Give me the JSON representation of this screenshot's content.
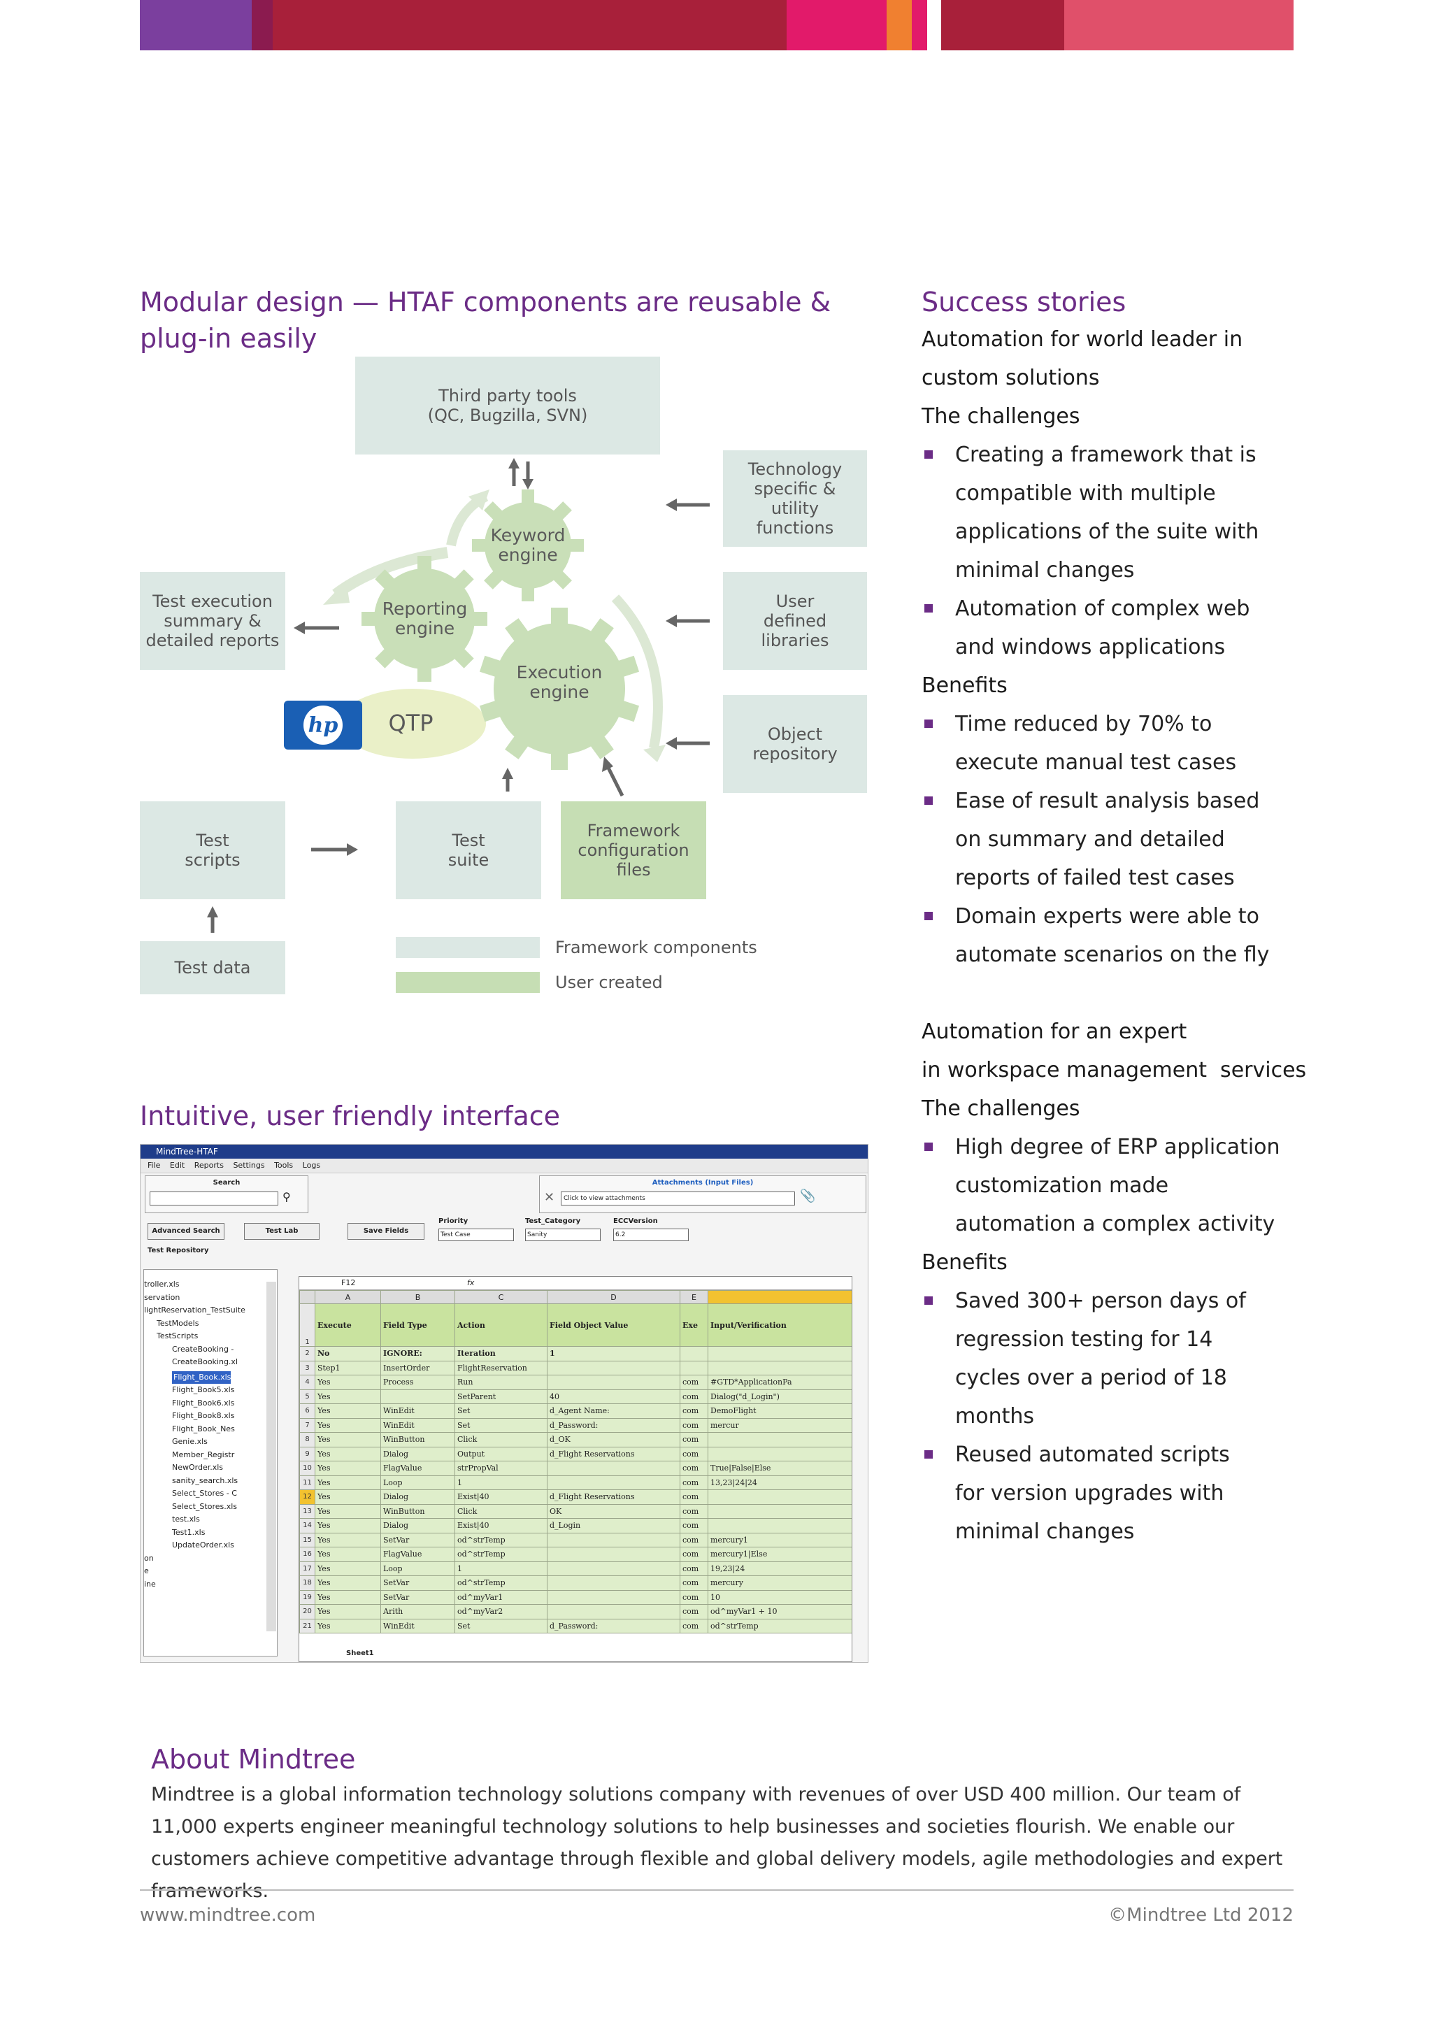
{
  "colors": {
    "brand_purple": "#6b2c86",
    "band_purple": "#7b3f9e",
    "band_deep": "#8b1b4f",
    "band_red": "#a8203a",
    "band_magenta": "#e21a6a",
    "band_orange": "#f08030",
    "band_pink": "#e0506a",
    "framework_component": "#dce8e4",
    "user_created": "#c6deb4",
    "gear": "#c9dfb8"
  },
  "left": {
    "modular_heading": "Modular design — HTAF components are reusable & plug-in easily",
    "diagram": {
      "third_party": "Third party tools\n(QC, Bugzilla, SVN)",
      "tech_specific": "Technology\nspecific &\nutility\nfunctions",
      "user_defined": "User\ndefined\nlibraries",
      "object_repo": "Object\nrepository",
      "test_exec": "Test execution\nsummary &\ndetailed reports",
      "keyword_engine": "Keyword\nengine",
      "reporting_engine": "Reporting\nengine",
      "execution_engine": "Execution\nengine",
      "qtp": "QTP",
      "hp_logo": "hp",
      "test_scripts": "Test\nscripts",
      "test_suite": "Test\nsuite",
      "framework_config": "Framework\nconfiguration\nfiles",
      "test_data": "Test data",
      "legend_framework": "Framework components",
      "legend_user": "User created"
    },
    "intuitive_heading": "Intuitive, user friendly interface"
  },
  "screenshot": {
    "title": "MindTree-HTAF",
    "menu": [
      "File",
      "Edit",
      "Reports",
      "Settings",
      "Tools",
      "Logs"
    ],
    "search_label": "Search",
    "attachments_label": "Attachments  (Input Files)",
    "attachments_placeholder": "Click to view attachments",
    "advanced_search": "Advanced Search",
    "test_lab": "Test Lab",
    "save_fields": "Save Fields",
    "priority_label": "Priority",
    "priority_value": "Test Case",
    "category_label": "Test_Category",
    "category_value": "Sanity",
    "ecc_label": "ECCVersion",
    "ecc_value": "6.2",
    "repo_label": "Test Repository",
    "cell_ref": "F12",
    "fx": "fx",
    "tree": [
      "troller.xls",
      "",
      "servation",
      "lightReservation_TestSuite",
      "TestModels",
      "TestScripts",
      "CreateBooking -",
      "CreateBooking.xl",
      "Flight_Book.xls",
      "Flight_Book5.xls",
      "Flight_Book6.xls",
      "Flight_Book8.xls",
      "Flight_Book_Nes",
      "Genie.xls",
      "Member_Registr",
      "NewOrder.xls",
      "sanity_search.xls",
      "Select_Stores - C",
      "Select_Stores.xls",
      "test.xls",
      "Test1.xls",
      "UpdateOrder.xls",
      "on",
      "e",
      "ine"
    ],
    "columns": [
      "A",
      "B",
      "C",
      "D",
      "E",
      ""
    ],
    "headers": [
      "Execute",
      "Field Type",
      "Action",
      "Field Object Value",
      "Exe",
      "Input/Verification"
    ],
    "rows": [
      [
        "2",
        "No",
        "IGNORE:",
        "Iteration",
        "1",
        "",
        ""
      ],
      [
        "3",
        "Step1",
        "InsertOrder",
        "FlightReservation",
        "",
        "",
        ""
      ],
      [
        "4",
        "Yes",
        "Process",
        "Run",
        "",
        "com",
        "#GTD*ApplicationPa"
      ],
      [
        "5",
        "Yes",
        "",
        "SetParent",
        "40",
        "com",
        "Dialog(\"d_Login\")"
      ],
      [
        "6",
        "Yes",
        "WinEdit",
        "Set",
        "d_Agent Name:",
        "com",
        "DemoFlight"
      ],
      [
        "7",
        "Yes",
        "WinEdit",
        "Set",
        "d_Password:",
        "com",
        "mercur"
      ],
      [
        "8",
        "Yes",
        "WinButton",
        "Click",
        "d_OK",
        "com",
        ""
      ],
      [
        "9",
        "Yes",
        "Dialog",
        "Output",
        "d_Flight Reservations",
        "com",
        ""
      ],
      [
        "10",
        "Yes",
        "FlagValue",
        "strPropVal",
        "",
        "com",
        "True|False|Else"
      ],
      [
        "11",
        "Yes",
        "Loop",
        "1",
        "",
        "com",
        "13,23|24|24"
      ],
      [
        "12",
        "Yes",
        "Dialog",
        "Exist|40",
        "d_Flight Reservations",
        "com",
        ""
      ],
      [
        "13",
        "Yes",
        "WinButton",
        "Click",
        "OK",
        "com",
        ""
      ],
      [
        "14",
        "Yes",
        "Dialog",
        "Exist|40",
        "d_Login",
        "com",
        ""
      ],
      [
        "15",
        "Yes",
        "SetVar",
        "od^strTemp",
        "",
        "com",
        "mercury1"
      ],
      [
        "16",
        "Yes",
        "FlagValue",
        "od^strTemp",
        "",
        "com",
        "mercury1|Else"
      ],
      [
        "17",
        "Yes",
        "Loop",
        "1",
        "",
        "com",
        "19,23|24"
      ],
      [
        "18",
        "Yes",
        "SetVar",
        "od^strTemp",
        "",
        "com",
        "mercury"
      ],
      [
        "19",
        "Yes",
        "SetVar",
        "od^myVar1",
        "",
        "com",
        "10"
      ],
      [
        "20",
        "Yes",
        "Arith",
        "od^myVar2",
        "",
        "com",
        "od^myVar1 + 10"
      ],
      [
        "21",
        "Yes",
        "WinEdit",
        "Set",
        "d_Password:",
        "com",
        "od^strTemp"
      ]
    ],
    "sheet_tab": "Sheet1"
  },
  "right": {
    "success_heading": "Success stories",
    "story1_title": "Automation for world leader in custom solutions",
    "story1_challenges_label": "The challenges",
    "story1_challenges": [
      "Creating a framework that is compatible with multiple applications of the suite with minimal changes",
      "Automation of complex web and windows applications"
    ],
    "story1_benefits_label": "Benefits",
    "story1_benefits": [
      "Time reduced by 70% to execute manual test cases",
      "Ease of result analysis based on summary and detailed reports of failed test cases",
      "Domain experts were able to automate scenarios on the fly"
    ],
    "story2_title_line1": "Automation for an expert",
    "story2_title_line2": "in workspace management  services",
    "story2_challenges_label": "The challenges",
    "story2_challenges": [
      "High degree of ERP application customization made automation a complex activity"
    ],
    "story2_benefits_label": "Benefits",
    "story2_benefits": [
      "Saved 300+ person days of regression testing for 14 cycles over a period of 18 months",
      "Reused automated scripts for version upgrades with minimal changes"
    ]
  },
  "about": {
    "heading": "About Mindtree",
    "body": "Mindtree is a global information technology solutions company with revenues of over USD 400 million. Our team of 11,000 experts engineer meaningful technology solutions to help businesses and societies flourish. We enable our customers achieve competitive advantage through flexible and global delivery models, agile methodologies and expert frameworks."
  },
  "footer": {
    "website": "www.mindtree.com",
    "copyright": "©Mindtree Ltd 2012"
  }
}
